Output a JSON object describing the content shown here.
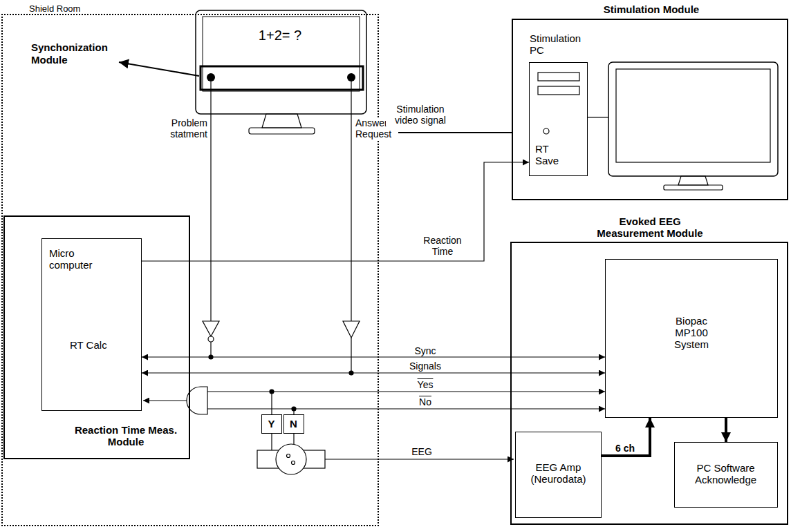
{
  "diagram": {
    "nodes": [
      {
        "text": [
          "Shield Room"
        ]
      },
      {
        "text": [
          "Stimulation Module"
        ]
      },
      {
        "text": [
          "Stimulation PC",
          "RT Save"
        ],
        "in": 1
      },
      {
        "text": [
          "Reaction Time Meas. Module"
        ],
        "in": 0
      },
      {
        "text": [
          "Micro computer",
          "RT Calc"
        ],
        "in": 3
      },
      {
        "text": [
          "Evoked EEG Measurement Module"
        ]
      },
      {
        "text": [
          "Biopac MP100 System"
        ],
        "in": 5
      },
      {
        "text": [
          "EEG Amp (Neurodata)"
        ],
        "in": 5
      },
      {
        "text": [
          "PC Software Acknowledge"
        ],
        "in": 5
      },
      {
        "text": [
          "Y"
        ],
        "in": 0
      },
      {
        "text": [
          "N"
        ],
        "in": 0
      }
    ],
    "edges": [
      {
        "from": 4,
        "to": 2,
        "arrow": "to",
        "label": "Reaction Time"
      },
      {
        "from": 4,
        "to": 6,
        "arrow": "both",
        "label": "Sync"
      },
      {
        "from": 4,
        "to": 6,
        "arrow": "both",
        "label": "Signals"
      },
      {
        "from": 9,
        "to": 6,
        "arrow": "to",
        "label": "Yes"
      },
      {
        "from": 10,
        "to": 6,
        "arrow": "to",
        "label": "No"
      },
      {
        "from": 7,
        "to": 6,
        "arrow": "to",
        "label": "6 ch"
      },
      {
        "from": 6,
        "to": 8,
        "arrow": "to"
      }
    ],
    "labels": [
      "1+2= ?",
      "Synchonization Module",
      "Problem statment",
      "Answer Request",
      "Stimulation video signal",
      "EEG"
    ]
  }
}
